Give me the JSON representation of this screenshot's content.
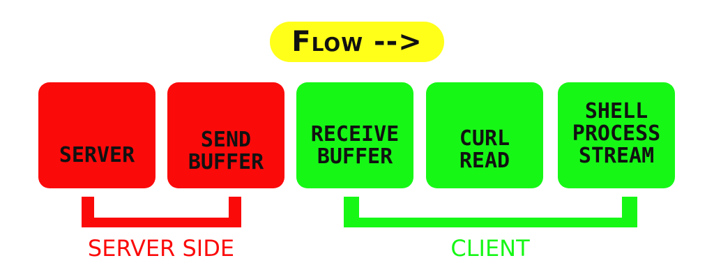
{
  "title": "Flow -->",
  "boxes": [
    {
      "label": "SERVER",
      "group": "server"
    },
    {
      "label": "SEND\nBUFFER",
      "group": "server"
    },
    {
      "label": "RECEIVE\nBUFFER",
      "group": "client"
    },
    {
      "label": "CURL\nREAD",
      "group": "client"
    },
    {
      "label": "SHELL\nPROCESS\nSTREAM",
      "group": "client"
    }
  ],
  "groups": {
    "server": {
      "label": "SERVER SIDE",
      "color": "#fb0a0a"
    },
    "client": {
      "label": "CLIENT",
      "color": "#16f716"
    }
  },
  "colors": {
    "title_background": "#ffff1a",
    "text": "#111111",
    "background": "#ffffff"
  }
}
